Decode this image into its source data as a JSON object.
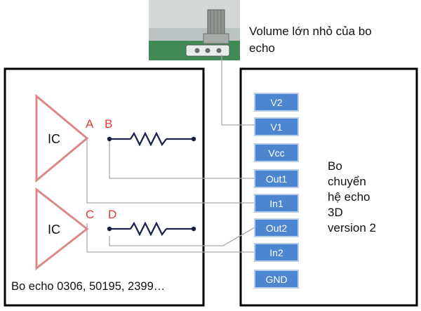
{
  "photo": {
    "caption_line1": "Volume lớn nhỏ của bo",
    "caption_line2": "echo"
  },
  "left_board": {
    "ic_top_label": "IC",
    "ic_bottom_label": "IC",
    "node_a": "A",
    "node_b": "B",
    "node_c": "C",
    "node_d": "D",
    "caption": "Bo echo 0306, 50195, 2399…"
  },
  "right_board": {
    "pins": [
      "V2",
      "V1",
      "Vcc",
      "Out1",
      "In1",
      "Out2",
      "In2",
      "GND"
    ],
    "title_lines": [
      "Bo",
      "chuyển",
      "hệ echo",
      "3D",
      "version 2"
    ]
  },
  "colors": {
    "ic_triangle": "#d98a86",
    "pin_fill": "#4d86d0",
    "pin_border": "#b7cde8",
    "node_red": "#e53935",
    "wire_gray": "#a9a9a9",
    "frame": "#000000",
    "resistor": "#1a1f4a"
  }
}
